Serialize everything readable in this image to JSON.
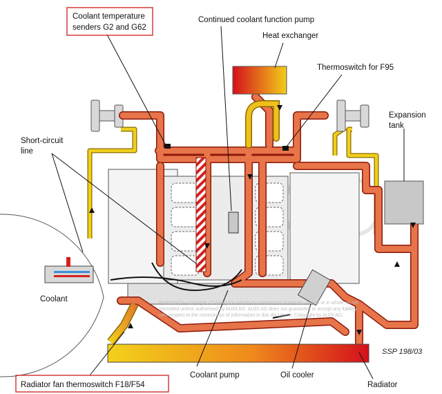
{
  "labels": {
    "coolant_temp_senders": [
      "Coolant temperature",
      "senders G2 and G62"
    ],
    "continued_pump": "Continued coolant function pump",
    "heat_exchanger": "Heat exchanger",
    "thermoswitch_f95": "Thermoswitch for F95",
    "expansion_tank": [
      "Expansion",
      "tank"
    ],
    "short_circuit_line": [
      "Short-circuit",
      "line"
    ],
    "coolant": "Coolant",
    "radiator_fan_thermoswitch": "Radiator fan thermoswitch F18/F54",
    "coolant_pump": "Coolant pump",
    "oil_cooler": "Oil cooler",
    "radiator": "Radiator",
    "ssp": "SSP 198/03"
  },
  "watermark": [
    "Protected by copyright. Copying for private or commercial purposes, in part or in whole, is not",
    "permitted unless authorised by AUDI AG. AUDI AG does not guarantee or accept any liability",
    "with respect to the correctness of information in this document. Copyright by AUDI AG."
  ],
  "colors": {
    "hot_pipe": "#e8744a",
    "pipe_outline": "#8a1a0c",
    "cool_pipe": "#e9c21a",
    "highlight_box": "#d63b3b",
    "tank": "#c8c8c8"
  }
}
